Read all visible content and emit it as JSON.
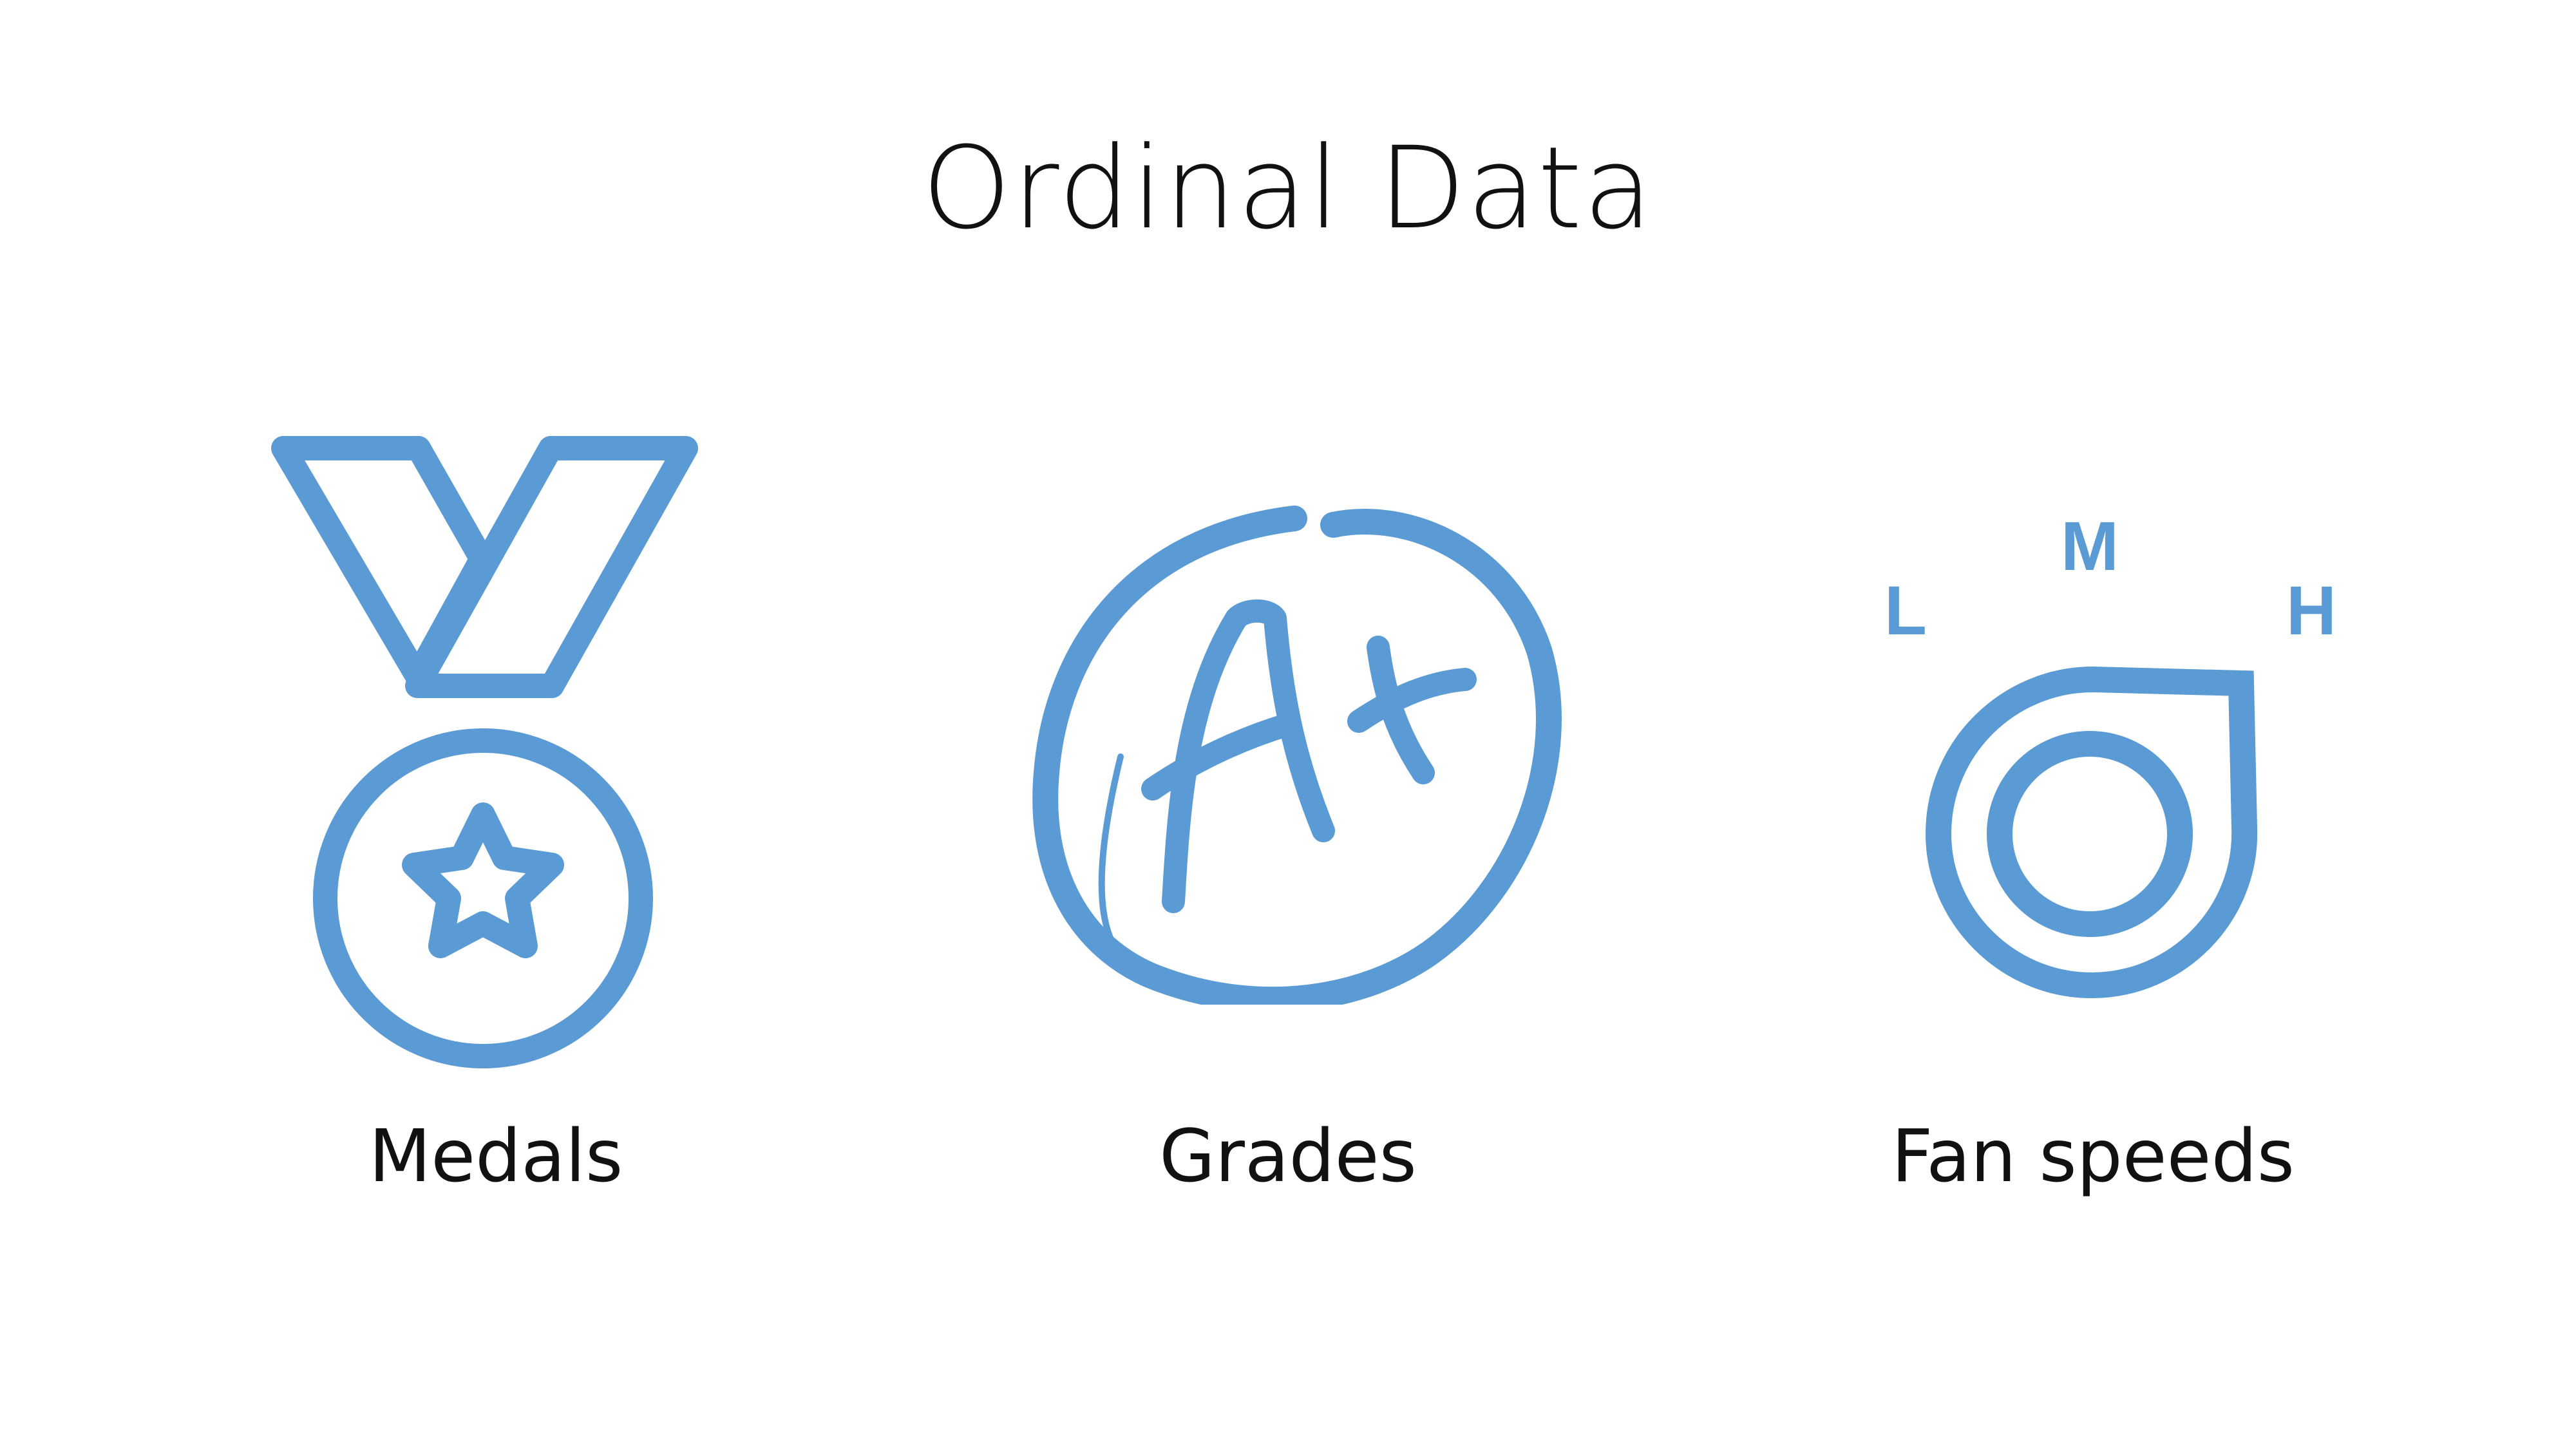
{
  "title": "Ordinal Data",
  "accent_color": "#5b9bd5",
  "items": [
    {
      "label": "Medals",
      "icon": "medal-icon"
    },
    {
      "label": "Grades",
      "icon": "grade-a-plus-icon"
    },
    {
      "label": "Fan speeds",
      "icon": "fan-speed-icon"
    }
  ],
  "grade_mark": "A+",
  "fan_levels": [
    "L",
    "M",
    "H"
  ]
}
